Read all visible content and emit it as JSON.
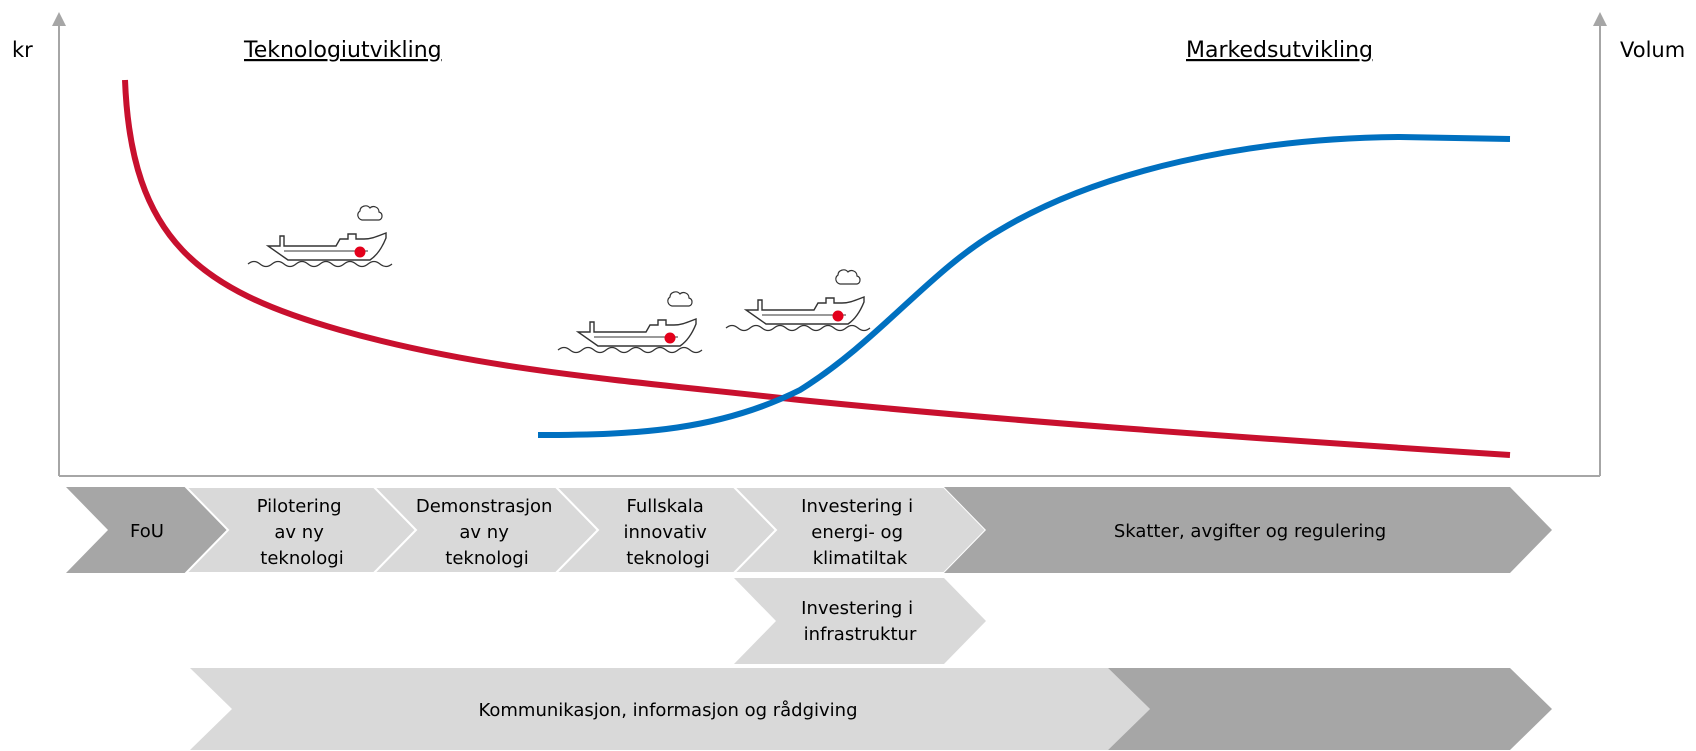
{
  "axes": {
    "left_label": "kr",
    "right_label": "Volum"
  },
  "headings": {
    "technology": "Teknologiutvikling",
    "market": "Markedsutvikling"
  },
  "colors": {
    "cost_curve": "#c8102e",
    "volume_curve": "#0070c0",
    "chevron_dark": "#a6a6a6",
    "chevron_light": "#d9d9d9",
    "axis": "#a6a6a6",
    "ship_marker": "#e3001b"
  },
  "icons": [
    "ship-icon",
    "ship-icon",
    "ship-icon"
  ],
  "phases": [
    {
      "lines": [
        "FoU"
      ]
    },
    {
      "lines": [
        "Pilotering",
        "av ny",
        "teknologi"
      ]
    },
    {
      "lines": [
        "Demonstrasjon",
        "av ny",
        "teknologi"
      ]
    },
    {
      "lines": [
        "Fullskala",
        "innovativ",
        "teknologi"
      ]
    },
    {
      "lines": [
        "Investering i",
        "energi- og",
        "klimatiltak"
      ]
    },
    {
      "lines": [
        "Skatter, avgifter og regulering"
      ]
    }
  ],
  "infrastructure": {
    "lines": [
      "Investering i",
      "infrastruktur"
    ]
  },
  "communication": {
    "lines": [
      "Kommunikasjon, informasjon og rådgiving"
    ]
  }
}
